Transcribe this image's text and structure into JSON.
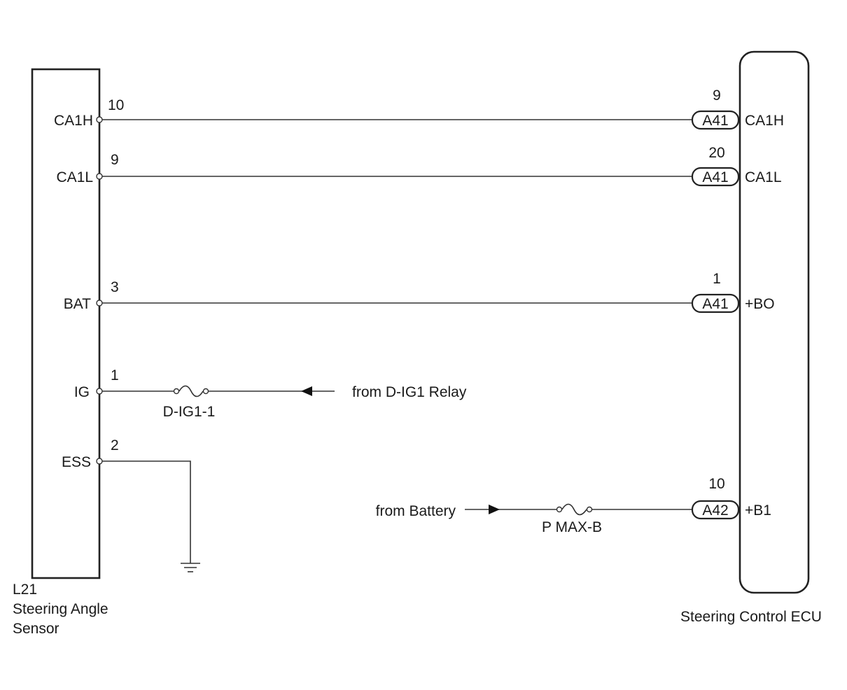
{
  "sensor": {
    "code": "L21",
    "name_line1": "Steering Angle",
    "name_line2": "Sensor",
    "pins": [
      {
        "label": "CA1H",
        "number": "10"
      },
      {
        "label": "CA1L",
        "number": "9"
      },
      {
        "label": "BAT",
        "number": "3"
      },
      {
        "label": "IG",
        "number": "1"
      },
      {
        "label": "ESS",
        "number": "2"
      }
    ]
  },
  "ecu": {
    "name": "Steering Control ECU",
    "pins": [
      {
        "connector": "A41",
        "number": "9",
        "label": "CA1H"
      },
      {
        "connector": "A41",
        "number": "20",
        "label": "CA1L"
      },
      {
        "connector": "A41",
        "number": "1",
        "label": "+BO"
      },
      {
        "connector": "A42",
        "number": "10",
        "label": "+B1"
      }
    ]
  },
  "fuses": {
    "ig": "D-IG1-1",
    "battery": "P MAX-B"
  },
  "sources": {
    "ig": "from D-IG1 Relay",
    "battery": "from Battery"
  }
}
